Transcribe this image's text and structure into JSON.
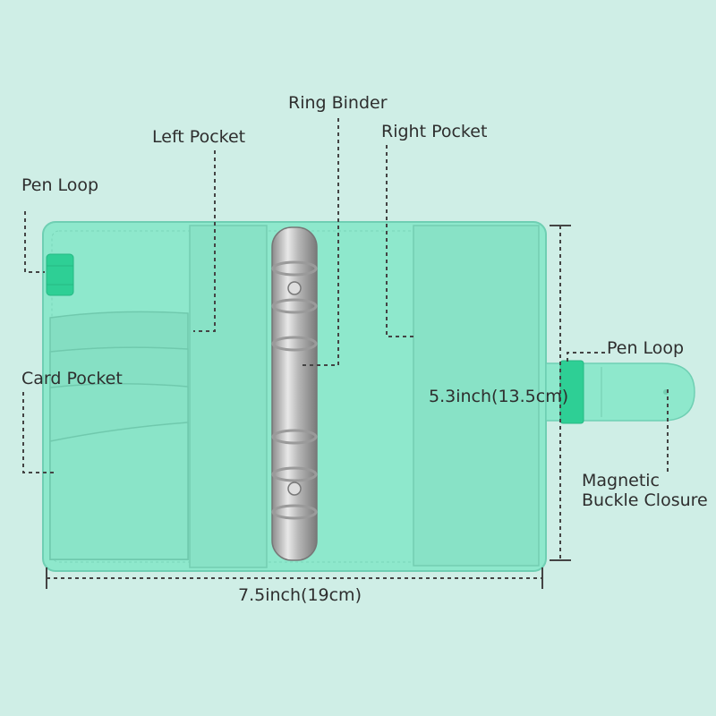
{
  "labels": {
    "ring_binder": "Ring Binder",
    "left_pocket": "Left Pocket",
    "right_pocket": "Right Pocket",
    "pen_loop_left": "Pen  Loop",
    "pen_loop_right": "Pen Loop",
    "card_pocket": "Card Pocket",
    "magnetic_line1": "Magnetic",
    "magnetic_line2": "Buckle Closure",
    "height_dim": "5.3inch(13.5cm)",
    "width_dim": "7.5inch(19cm)"
  },
  "colors": {
    "background": "#cfeee6",
    "binder": "#8ee8cc",
    "binder_edge": "#6fcfb3",
    "pocket": "#86e0c4",
    "pen_loop": "#2ecf95",
    "ring_metal": "#b8b8b8",
    "leader_line": "#444444"
  }
}
